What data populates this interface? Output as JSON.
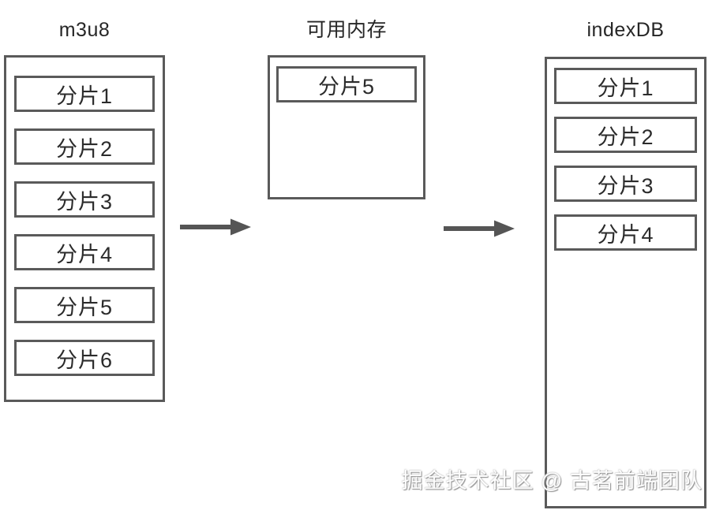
{
  "diagram": {
    "columns": [
      {
        "id": "m3u8",
        "title": "m3u8",
        "items": [
          "分片1",
          "分片2",
          "分片3",
          "分片4",
          "分片5",
          "分片6"
        ]
      },
      {
        "id": "memory",
        "title": "可用内存",
        "items": [
          "分片5"
        ]
      },
      {
        "id": "indexdb",
        "title": "indexDB",
        "items": [
          "分片1",
          "分片2",
          "分片3",
          "分片4"
        ]
      }
    ],
    "arrows": [
      {
        "id": "m3u8-to-memory"
      },
      {
        "id": "memory-to-indexdb"
      }
    ],
    "watermark": "掘金技术社区 @ 古茗前端团队",
    "colors": {
      "border": "#5a5a5a",
      "text": "#2b2b2b",
      "arrow": "#555555",
      "background": "#ffffff"
    }
  }
}
